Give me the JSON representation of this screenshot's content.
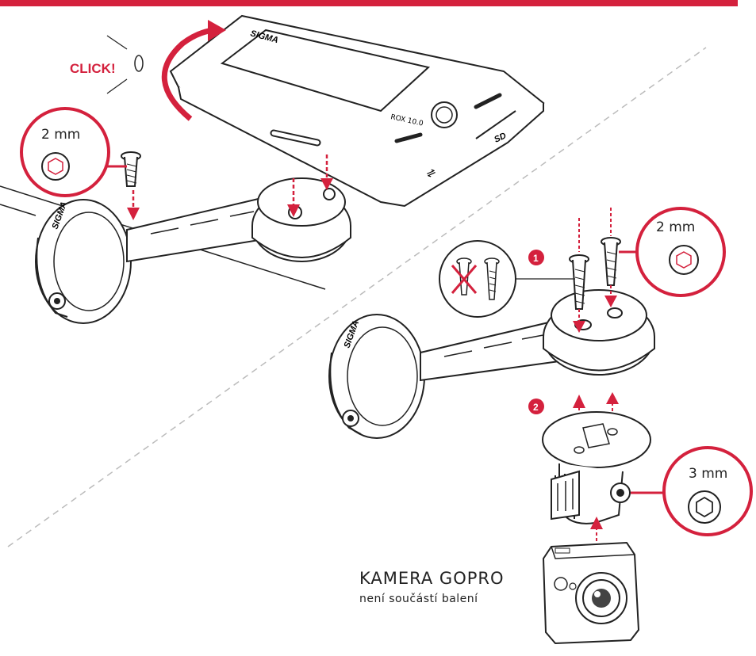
{
  "click_label": "CLICK!",
  "tool_callouts": {
    "top_left": "2 mm",
    "top_right": "2 mm",
    "bottom_right": "3 mm"
  },
  "steps": {
    "step1": "1",
    "step2": "2"
  },
  "gopro": {
    "title": "KAMERA GOPRO",
    "subtitle": "není součástí balení"
  },
  "device": {
    "logo": "SIGMA",
    "model": "ROX 10.0",
    "sd_label": "SD"
  },
  "mount_logo": "SIGMA",
  "colors": {
    "accent": "#d4213d",
    "line": "#222222",
    "dashed_divider": "#bbbbbb"
  }
}
